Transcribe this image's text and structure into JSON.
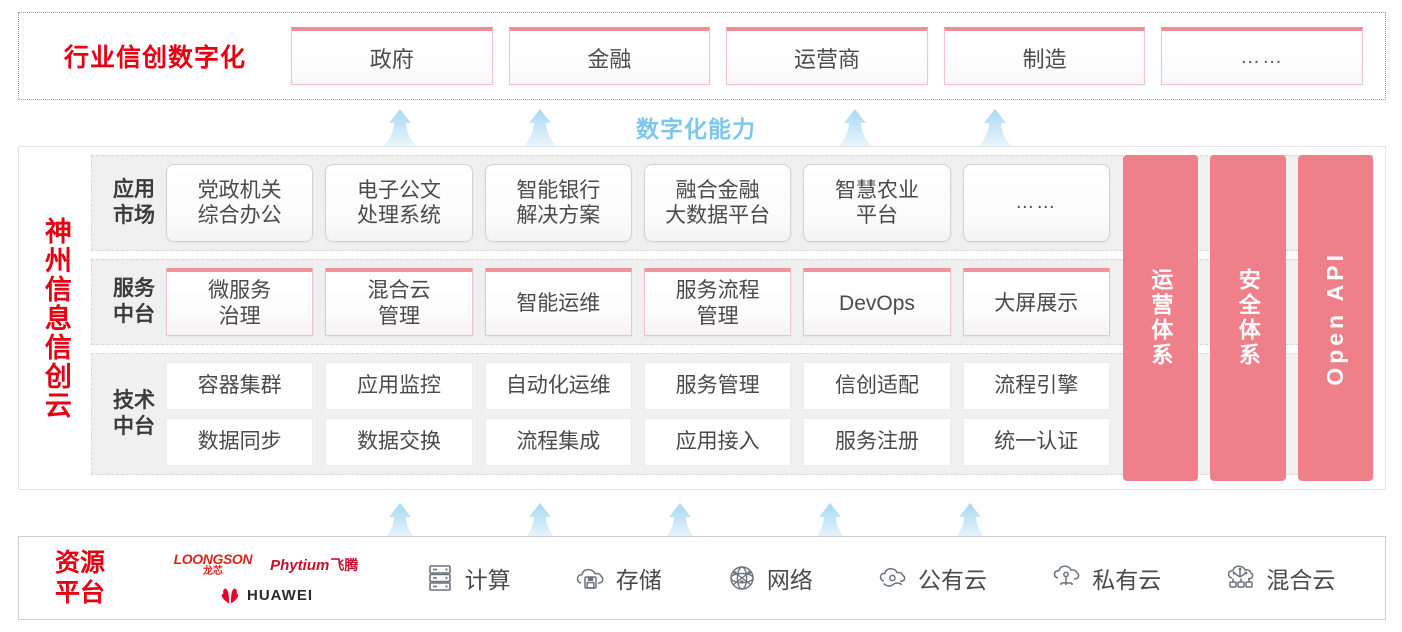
{
  "industry": {
    "title": "行业信创数字化",
    "boxes": [
      {
        "label": "政府"
      },
      {
        "label": "金融"
      },
      {
        "label": "运营商"
      },
      {
        "label": "制造"
      },
      {
        "label": "……"
      }
    ]
  },
  "capability": {
    "label": "数字化能力",
    "arrow_count_top": 4,
    "arrow_count_bottom": 5,
    "arrow_color": "#bfe2f7"
  },
  "cloud": {
    "brand": "神州信息信创云",
    "tiers": [
      {
        "key": "app-market",
        "label": "应用\n市场",
        "label_lines": [
          "应用",
          "市场"
        ],
        "boxes": [
          {
            "lines": [
              "党政机关",
              "综合办公"
            ]
          },
          {
            "lines": [
              "电子公文",
              "处理系统"
            ]
          },
          {
            "lines": [
              "智能银行",
              "解决方案"
            ]
          },
          {
            "lines": [
              "融合金融",
              "大数据平台"
            ]
          },
          {
            "lines": [
              "智慧农业",
              "平台"
            ]
          },
          {
            "lines": [
              "……"
            ]
          }
        ]
      },
      {
        "key": "service-platform",
        "label_lines": [
          "服务",
          "中台"
        ],
        "boxes": [
          {
            "lines": [
              "微服务",
              "治理"
            ]
          },
          {
            "lines": [
              "混合云",
              "管理"
            ]
          },
          {
            "lines": [
              "智能运维"
            ]
          },
          {
            "lines": [
              "服务流程",
              "管理"
            ]
          },
          {
            "lines": [
              "DevOps"
            ]
          },
          {
            "lines": [
              "大屏展示"
            ]
          }
        ]
      },
      {
        "key": "tech-platform",
        "label_lines": [
          "技术",
          "中台"
        ],
        "rows": [
          [
            "容器集群",
            "应用监控",
            "自动化运维",
            "服务管理",
            "信创适配",
            "流程引擎"
          ],
          [
            "数据同步",
            "数据交换",
            "流程集成",
            "应用接入",
            "服务注册",
            "统一认证"
          ]
        ]
      }
    ],
    "pillars": [
      {
        "label": "运营体系",
        "orientation": "vertical-cjk"
      },
      {
        "label": "安全体系",
        "orientation": "vertical-cjk"
      },
      {
        "label": "Open API",
        "orientation": "vertical-latin"
      }
    ],
    "pillar_color": "#ef8089"
  },
  "resource": {
    "title_lines": [
      "资源",
      "平台"
    ],
    "vendors": [
      {
        "name": "LOONGSON",
        "cn": "龙芯",
        "type": "loongson"
      },
      {
        "name": "Phytium",
        "cn": "飞腾",
        "type": "phytium"
      },
      {
        "name": "HUAWEI",
        "cn": "",
        "type": "huawei"
      }
    ],
    "items": [
      {
        "label": "计算",
        "icon": "server-icon"
      },
      {
        "label": "存储",
        "icon": "cloud-storage-icon"
      },
      {
        "label": "网络",
        "icon": "network-icon"
      },
      {
        "label": "公有云",
        "icon": "public-cloud-icon"
      },
      {
        "label": "私有云",
        "icon": "private-cloud-icon"
      },
      {
        "label": "混合云",
        "icon": "hybrid-cloud-icon"
      }
    ]
  },
  "colors": {
    "brand_red": "#e60012",
    "pink": "#ef8089",
    "pink_border": "#ef8c96",
    "arrow_blue": "#bfe2f7",
    "capability_blue": "#7dc7ef"
  }
}
